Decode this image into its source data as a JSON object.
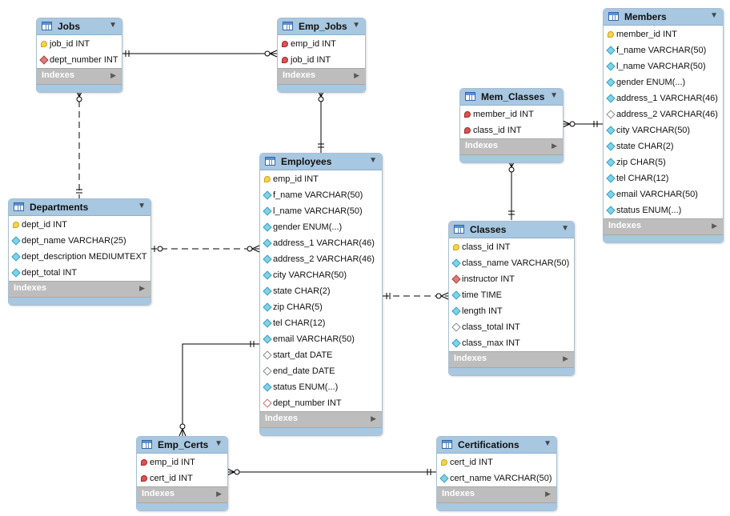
{
  "icons": {
    "table": "table-icon",
    "collapse": "triangle-down-icon",
    "expand": "triangle-right-icon",
    "primary_key": "key-icon",
    "foreign_key": "red-key-icon",
    "column": "cyan-diamond-icon",
    "foreign_column": "red-diamond-icon",
    "nullable_column": "white-diamond-icon"
  },
  "colors": {
    "header": "#a8c7e0",
    "indexes_bar": "#bdbdbd",
    "line": "#000000"
  },
  "entities": {
    "jobs": {
      "name": "Jobs",
      "indexes_label": "Indexes",
      "columns": [
        {
          "text": "job_id INT",
          "kind": "pk"
        },
        {
          "text": "dept_number INT",
          "kind": "fkcol"
        }
      ]
    },
    "emp_jobs": {
      "name": "Emp_Jobs",
      "indexes_label": "Indexes",
      "columns": [
        {
          "text": "emp_id INT",
          "kind": "fk"
        },
        {
          "text": "job_id INT",
          "kind": "fk"
        }
      ]
    },
    "members": {
      "name": "Members",
      "indexes_label": "Indexes",
      "columns": [
        {
          "text": "member_id INT",
          "kind": "pk"
        },
        {
          "text": "f_name VARCHAR(50)",
          "kind": "col"
        },
        {
          "text": "l_name VARCHAR(50)",
          "kind": "col"
        },
        {
          "text": "gender ENUM(...)",
          "kind": "col"
        },
        {
          "text": "address_1 VARCHAR(46)",
          "kind": "col"
        },
        {
          "text": "address_2 VARCHAR(46)",
          "kind": "nullable"
        },
        {
          "text": "city VARCHAR(50)",
          "kind": "col"
        },
        {
          "text": "state CHAR(2)",
          "kind": "col"
        },
        {
          "text": "zip CHAR(5)",
          "kind": "col"
        },
        {
          "text": "tel CHAR(12)",
          "kind": "col"
        },
        {
          "text": "email VARCHAR(50)",
          "kind": "col"
        },
        {
          "text": "status ENUM(...)",
          "kind": "col"
        }
      ]
    },
    "mem_classes": {
      "name": "Mem_Classes",
      "indexes_label": "Indexes",
      "columns": [
        {
          "text": "member_id INT",
          "kind": "fk"
        },
        {
          "text": "class_id INT",
          "kind": "fk"
        }
      ]
    },
    "employees": {
      "name": "Employees",
      "indexes_label": "Indexes",
      "columns": [
        {
          "text": "emp_id INT",
          "kind": "pk"
        },
        {
          "text": "f_name VARCHAR(50)",
          "kind": "col"
        },
        {
          "text": "l_name VARCHAR(50)",
          "kind": "col"
        },
        {
          "text": "gender ENUM(...)",
          "kind": "col"
        },
        {
          "text": "address_1 VARCHAR(46)",
          "kind": "col"
        },
        {
          "text": "address_2 VARCHAR(46)",
          "kind": "col"
        },
        {
          "text": "city VARCHAR(50)",
          "kind": "col"
        },
        {
          "text": "state CHAR(2)",
          "kind": "col"
        },
        {
          "text": "zip CHAR(5)",
          "kind": "col"
        },
        {
          "text": "tel CHAR(12)",
          "kind": "col"
        },
        {
          "text": "email VARCHAR(50)",
          "kind": "col"
        },
        {
          "text": "start_dat DATE",
          "kind": "nullable"
        },
        {
          "text": "end_date DATE",
          "kind": "nullable"
        },
        {
          "text": "status ENUM(...)",
          "kind": "col"
        },
        {
          "text": "dept_number INT",
          "kind": "nullable-fk"
        }
      ]
    },
    "departments": {
      "name": "Departments",
      "indexes_label": "Indexes",
      "columns": [
        {
          "text": "dept_id INT",
          "kind": "pk"
        },
        {
          "text": "dept_name VARCHAR(25)",
          "kind": "col"
        },
        {
          "text": "dept_description MEDIUMTEXT",
          "kind": "col"
        },
        {
          "text": "dept_total INT",
          "kind": "col"
        }
      ]
    },
    "classes": {
      "name": "Classes",
      "indexes_label": "Indexes",
      "columns": [
        {
          "text": "class_id INT",
          "kind": "pk"
        },
        {
          "text": "class_name VARCHAR(50)",
          "kind": "col"
        },
        {
          "text": "instructor INT",
          "kind": "fkcol"
        },
        {
          "text": "time TIME",
          "kind": "col"
        },
        {
          "text": "length INT",
          "kind": "col"
        },
        {
          "text": "class_total INT",
          "kind": "nullable"
        },
        {
          "text": "class_max INT",
          "kind": "col"
        }
      ]
    },
    "emp_certs": {
      "name": "Emp_Certs",
      "indexes_label": "Indexes",
      "columns": [
        {
          "text": "emp_id INT",
          "kind": "fk"
        },
        {
          "text": "cert_id INT",
          "kind": "fk"
        }
      ]
    },
    "certifications": {
      "name": "Certifications",
      "indexes_label": "Indexes",
      "columns": [
        {
          "text": "cert_id INT",
          "kind": "pk"
        },
        {
          "text": "cert_name VARCHAR(50)",
          "kind": "col"
        }
      ]
    }
  }
}
